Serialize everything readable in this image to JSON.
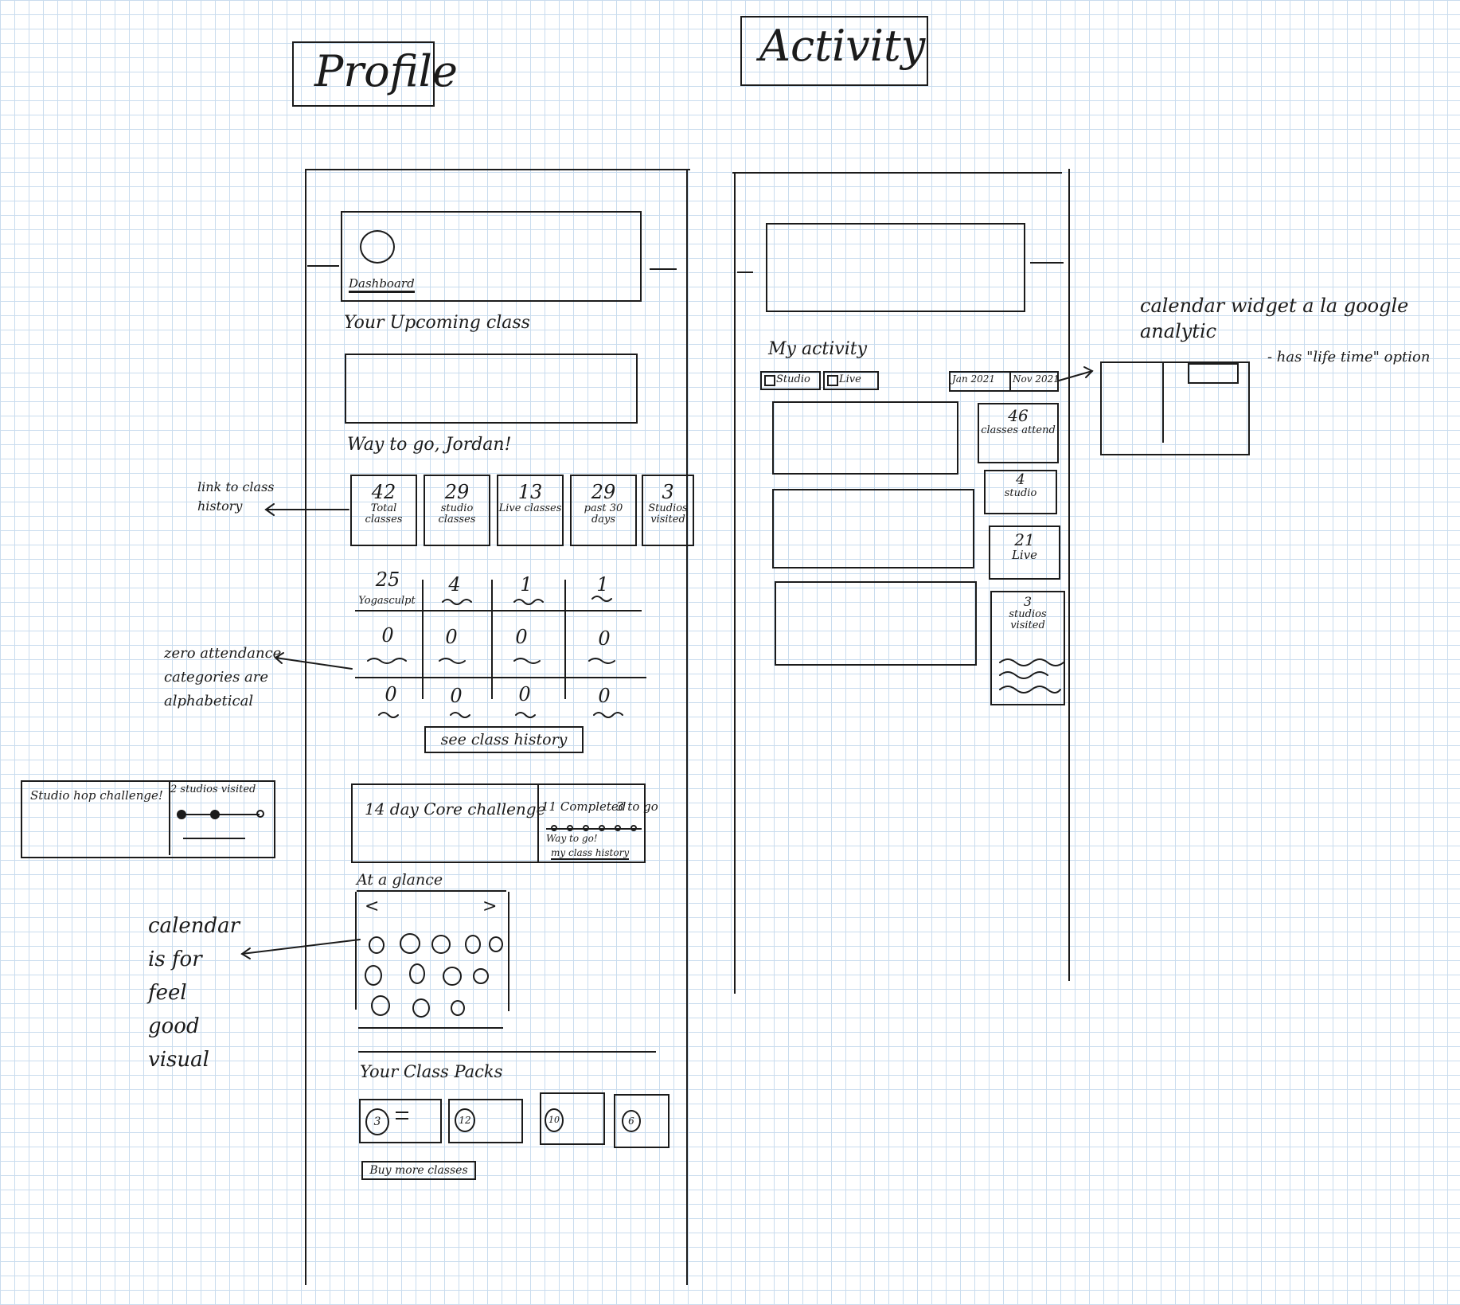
{
  "headings": {
    "profile": "Profile",
    "activity": "Activity"
  },
  "profile": {
    "nav_label": "Dashboard",
    "upcoming_label": "Your Upcoming class",
    "greeting": "Way to go, Jordan!",
    "stats": [
      {
        "value": "42",
        "label": "Total classes"
      },
      {
        "value": "29",
        "label": "studio classes"
      },
      {
        "value": "13",
        "label": "Live classes"
      },
      {
        "value": "29",
        "label": "past 30 days"
      },
      {
        "value": "3",
        "label": "Studios visited"
      }
    ],
    "category_grid": {
      "row1": [
        {
          "value": "25",
          "label": "Yogasculpt"
        },
        {
          "value": "4"
        },
        {
          "value": "1"
        },
        {
          "value": "1"
        }
      ],
      "row2": [
        "0",
        "0",
        "0",
        "0"
      ],
      "row3": [
        "0",
        "0",
        "0",
        "0"
      ]
    },
    "see_history_button": "see class history",
    "challenge": {
      "title": "14 day Core challenge",
      "completed": "11 Completed",
      "to_go": "3 to go",
      "subtext": "Way to go!",
      "link": "my class history"
    },
    "at_a_glance": {
      "title": "At a glance",
      "prev": "<",
      "next": ">"
    },
    "class_packs": {
      "title": "Your Class Packs",
      "packs": [
        "3",
        "12",
        "10",
        "6"
      ],
      "buy_button": "Buy more classes"
    }
  },
  "side_card": {
    "title": "Studio hop challenge!",
    "status": "2 studios visited"
  },
  "activity": {
    "title": "My activity",
    "filters": [
      "Studio",
      "Live"
    ],
    "date_range": [
      "Jan 2021",
      "Nov 2021"
    ],
    "stats": [
      {
        "value": "46",
        "label": "classes attend"
      },
      {
        "value": "4",
        "label": "studio"
      },
      {
        "value": "21",
        "label": "Live"
      },
      {
        "value": "3",
        "label": "studios visited"
      }
    ]
  },
  "annotations": {
    "link_history": "link to class history",
    "zero_attendance": "zero attendance categories are alphabetical",
    "calendar_note": "calendar is for feel good visual",
    "calendar_widget": "calendar widget a la google analytic",
    "lifetime_option": "- has \"life time\" option"
  }
}
